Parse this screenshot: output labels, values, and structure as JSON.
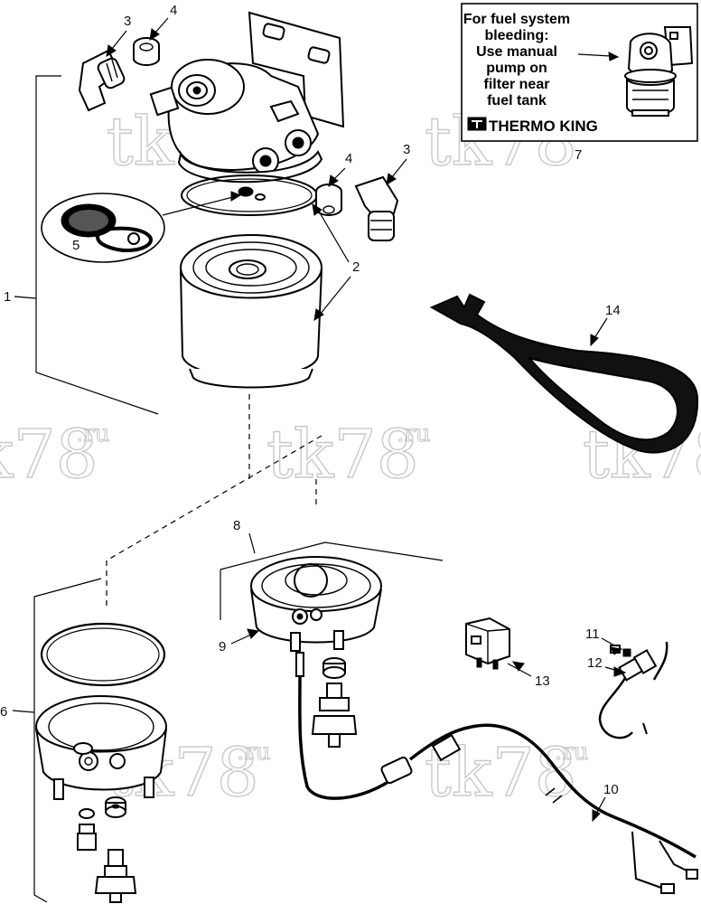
{
  "inset": {
    "lines": [
      "For fuel system",
      "bleeding:",
      "Use manual",
      "pump on",
      "filter near",
      "fuel tank"
    ],
    "brand": "THERMO KING"
  },
  "callouts": {
    "c1": "1",
    "c2": "2",
    "c3a": "3",
    "c3b": "3",
    "c4a": "4",
    "c4b": "4",
    "c5": "5",
    "c6": "6",
    "c7": "7",
    "c8": "8",
    "c9": "9",
    "c10": "10",
    "c11": "11",
    "c12": "12",
    "c13": "13",
    "c14": "14"
  },
  "watermark": {
    "main": "tk78",
    "suffix": ".ru"
  },
  "colors": {
    "line": "#000000",
    "watermark": "#c9c9c9",
    "background": "#ffffff"
  }
}
